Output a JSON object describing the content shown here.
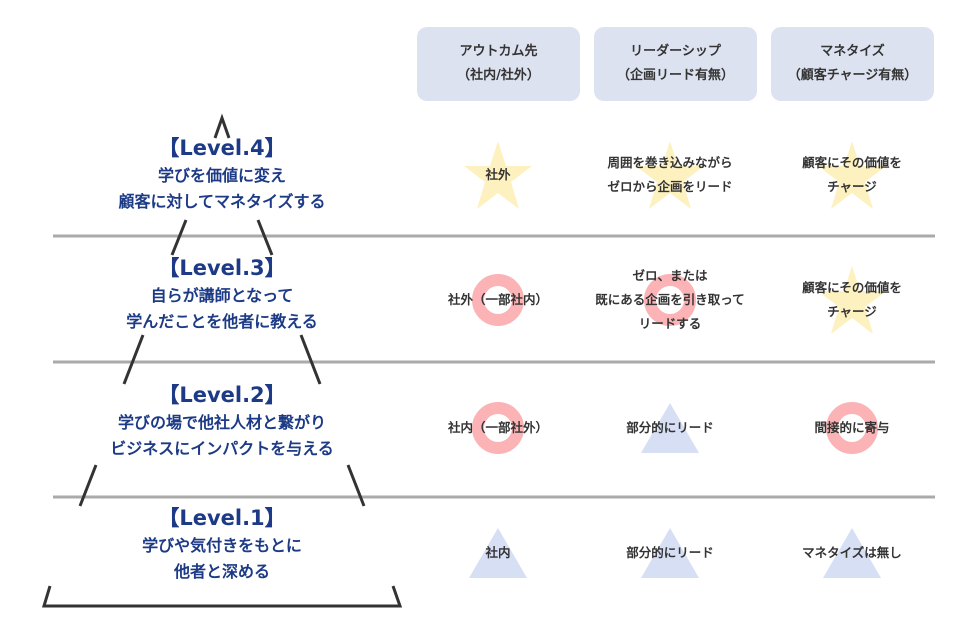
{
  "colors": {
    "star": "#fdf1bf",
    "circle": "#fbb3b6",
    "triangle": "#d7dff5",
    "level_text": "#1c3a85",
    "header_bg": "#dde2f0",
    "divider": "#aaaaaa"
  },
  "headers": [
    {
      "title": "アウトカム先",
      "sub": "（社内/社外）"
    },
    {
      "title": "リーダーシップ",
      "sub": "（企画リード有無）"
    },
    {
      "title": "マネタイズ",
      "sub": "（顧客チャージ有無）"
    }
  ],
  "levels": [
    {
      "title": "【Level.4】",
      "line1": "学びを価値に変え",
      "line2": "顧客に対してマネタイズする",
      "cells": [
        {
          "text": "社外",
          "shape": "star"
        },
        {
          "text": "周囲を巻き込みながら\nゼロから企画をリード",
          "shape": "star"
        },
        {
          "text": "顧客にその価値を\nチャージ",
          "shape": "star"
        }
      ]
    },
    {
      "title": "【Level.3】",
      "line1": "自らが講師となって",
      "line2": "学んだことを他者に教える",
      "cells": [
        {
          "text": "社外（一部社内）",
          "shape": "circle"
        },
        {
          "text": "ゼロ、または\n既にある企画を引き取って\nリードする",
          "shape": "circle"
        },
        {
          "text": "顧客にその価値を\nチャージ",
          "shape": "star"
        }
      ]
    },
    {
      "title": "【Level.2】",
      "line1": "学びの場で他社人材と繋がり",
      "line2": "ビジネスにインパクトを与える",
      "cells": [
        {
          "text": "社内（一部社外）",
          "shape": "circle"
        },
        {
          "text": "部分的にリード",
          "shape": "triangle"
        },
        {
          "text": "間接的に寄与",
          "shape": "circle"
        }
      ]
    },
    {
      "title": "【Level.1】",
      "line1": "学びや気付きをもとに",
      "line2": "他者と深める",
      "cells": [
        {
          "text": "社内",
          "shape": "triangle"
        },
        {
          "text": "部分的にリード",
          "shape": "triangle"
        },
        {
          "text": "マネタイズは無し",
          "shape": "triangle"
        }
      ]
    }
  ]
}
